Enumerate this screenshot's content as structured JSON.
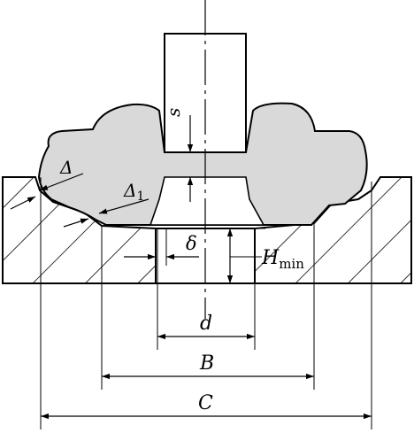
{
  "labels": {
    "s": "s",
    "delta_big": "Δ",
    "delta1_base": "Δ",
    "delta1_sub": "1",
    "delta_small": "δ",
    "h_min_base": "H",
    "h_min_sub": "min",
    "d": "d",
    "B": "B",
    "C": "C"
  },
  "colors": {
    "line": "#000000",
    "forging_fill": "#d9d9d9",
    "background": "#ffffff"
  }
}
